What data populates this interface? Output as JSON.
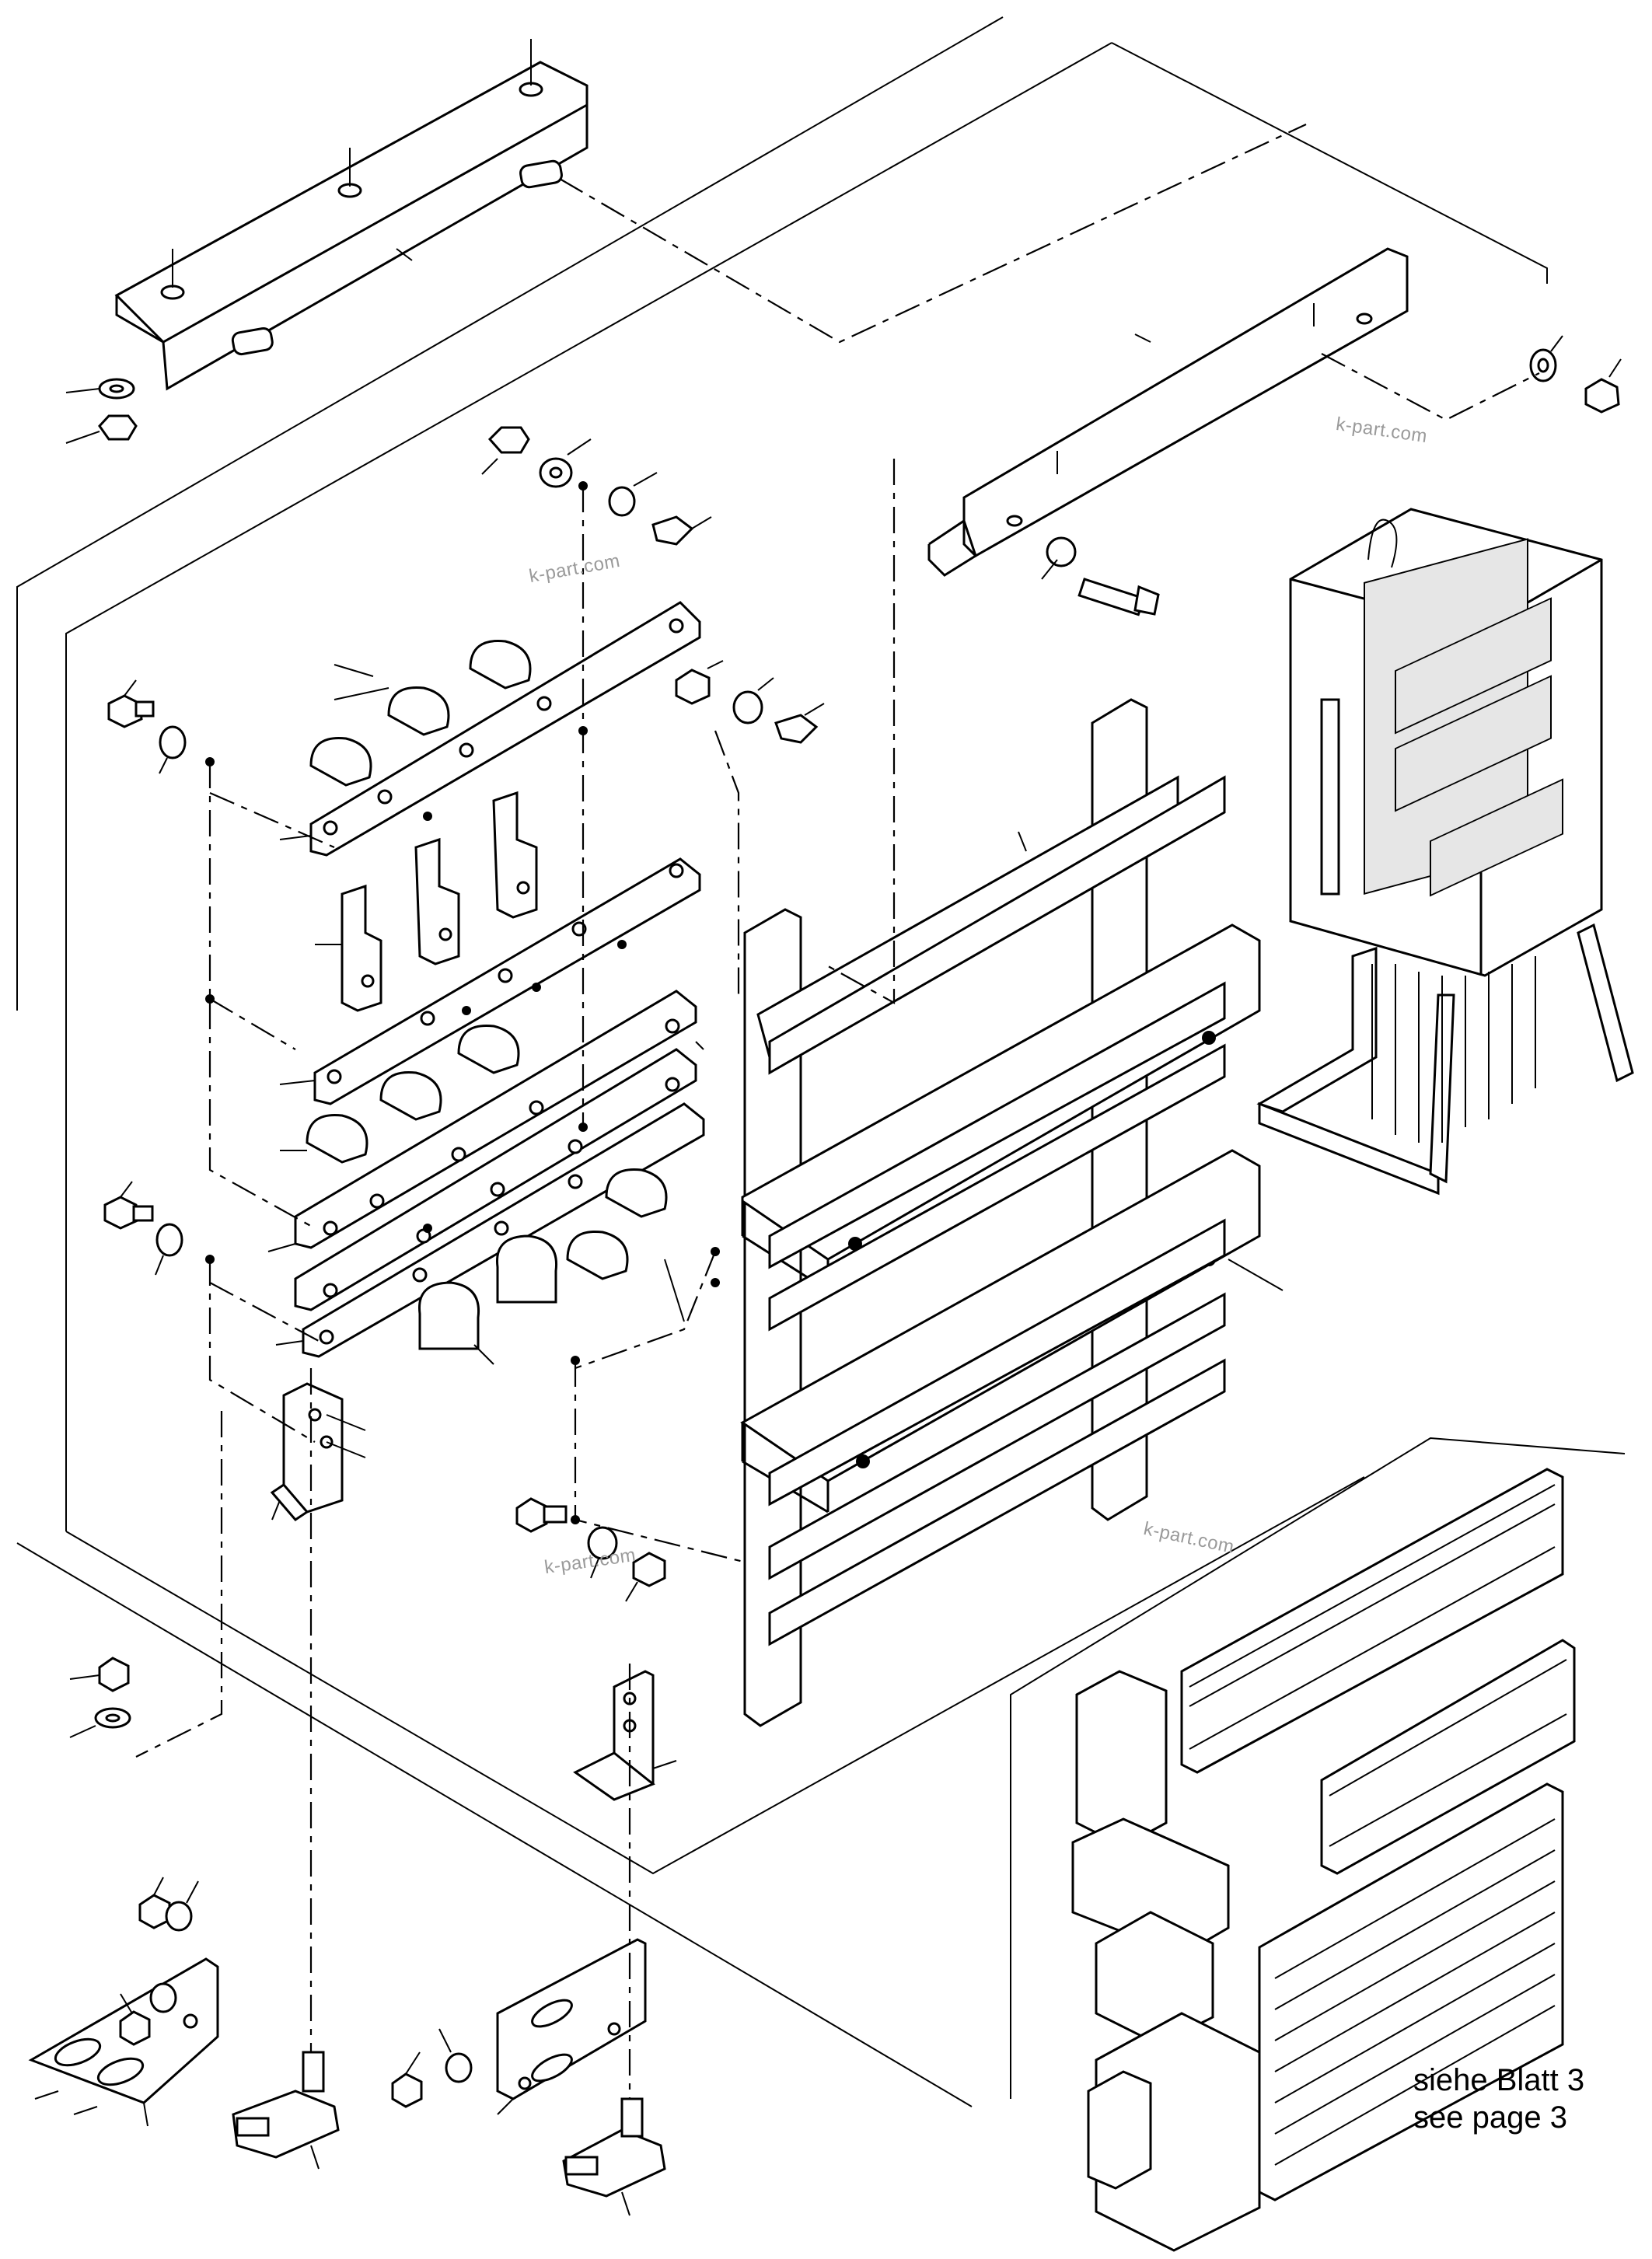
{
  "reference": {
    "line_de": "siehe Blatt 3",
    "line_en": "see page 3"
  },
  "watermarks": [
    "k-part.com",
    "k-part.com",
    "k-part.com",
    "k-part.com"
  ],
  "colors": {
    "ink": "#000000",
    "watermark": "#9a9a9a",
    "background": "#ffffff"
  }
}
